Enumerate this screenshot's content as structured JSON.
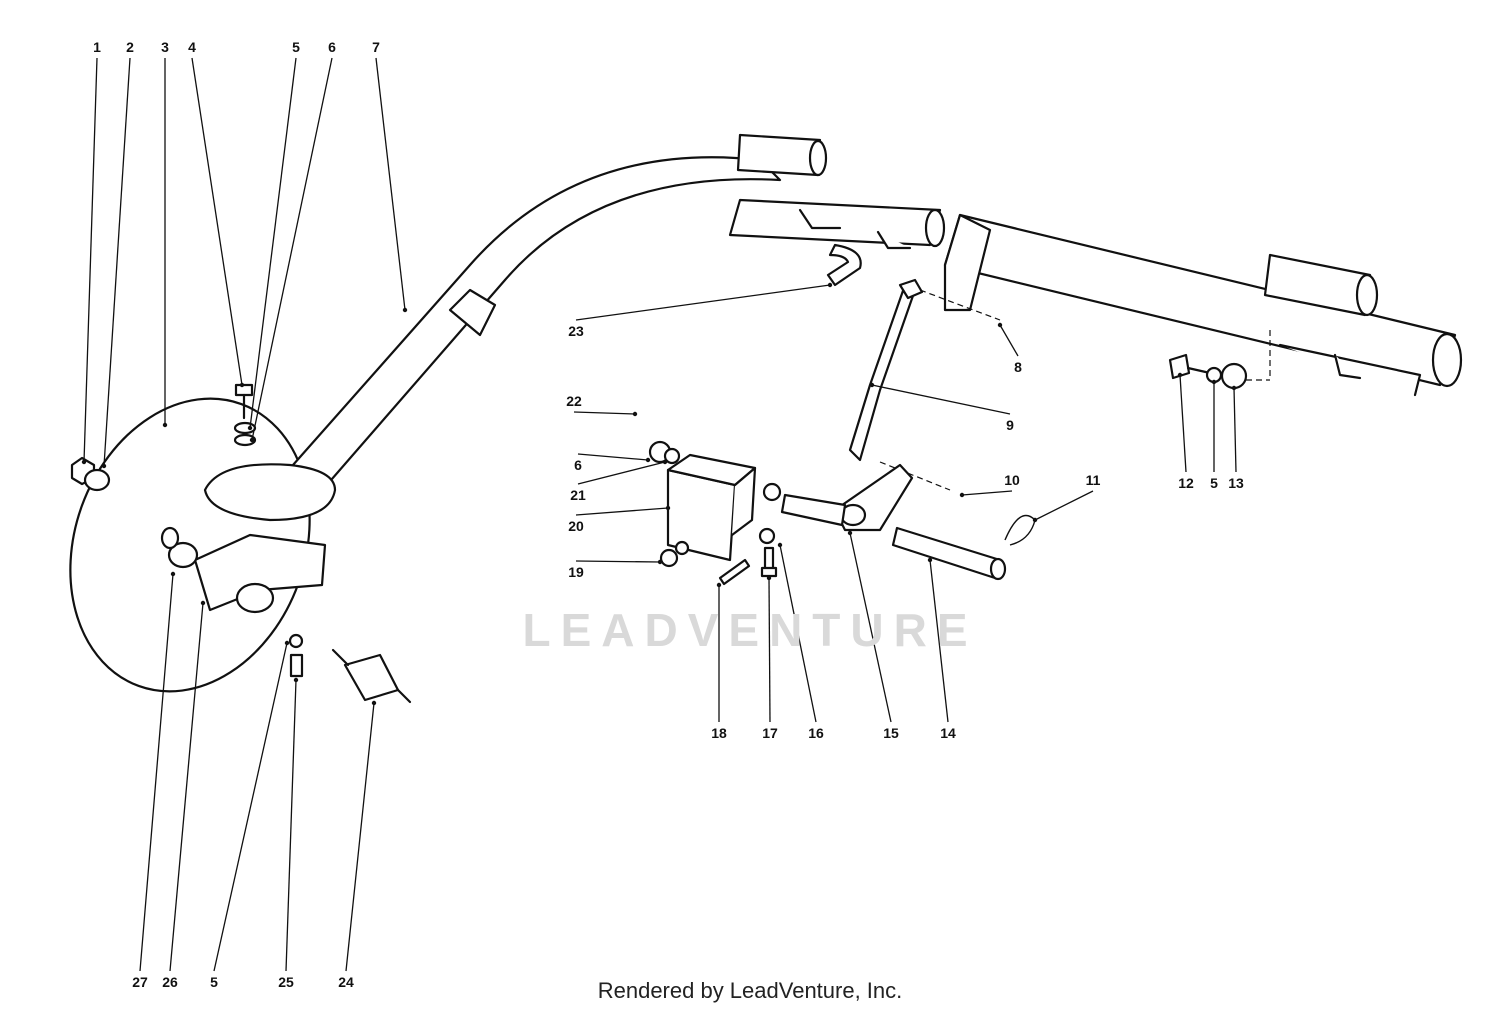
{
  "diagram": {
    "callouts": [
      "1",
      "2",
      "3",
      "4",
      "5",
      "6",
      "7",
      "8",
      "9",
      "10",
      "11",
      "12",
      "5",
      "13",
      "14",
      "15",
      "16",
      "17",
      "18",
      "19",
      "20",
      "21",
      "6",
      "22",
      "23",
      "24",
      "25",
      "5",
      "26",
      "27"
    ]
  },
  "watermark": "LEADVENTURE",
  "footer": "Rendered by LeadVenture, Inc."
}
